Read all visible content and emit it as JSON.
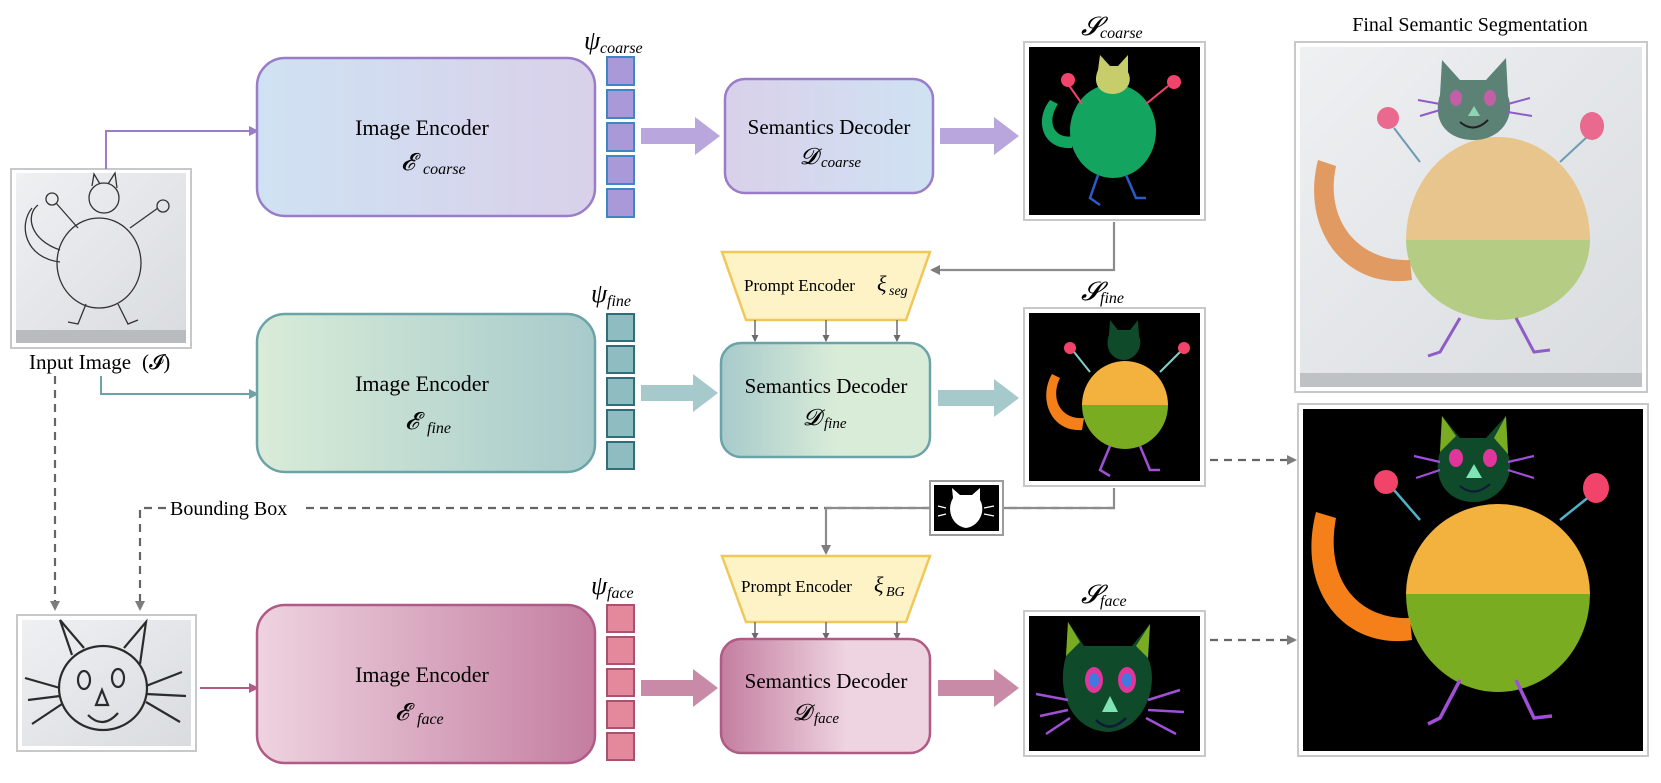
{
  "input": {
    "label": "Input Image",
    "symbol": "(𝓘)"
  },
  "bbox_label": "Bounding Box",
  "final_title": "Final Semantic Segmentation",
  "rows": [
    {
      "id": "coarse",
      "encoder_title": "Image Encoder",
      "encoder_symbol": "𝓔",
      "encoder_sub": "coarse",
      "psi_symbol": "ψ",
      "psi_sub": "coarse",
      "decoder_title": "Semantics Decoder",
      "decoder_symbol": "𝓓",
      "decoder_sub": "coarse",
      "output_symbol": "𝓢",
      "output_sub": "coarse"
    },
    {
      "id": "fine",
      "encoder_title": "Image Encoder",
      "encoder_symbol": "𝓔",
      "encoder_sub": "fine",
      "psi_symbol": "ψ",
      "psi_sub": "fine",
      "decoder_title": "Semantics Decoder",
      "decoder_symbol": "𝓓",
      "decoder_sub": "fine",
      "output_symbol": "𝓢",
      "output_sub": "fine",
      "prompt_title": "Prompt Encoder",
      "prompt_symbol": "ξ",
      "prompt_sub": "seg"
    },
    {
      "id": "face",
      "encoder_title": "Image Encoder",
      "encoder_symbol": "𝓔",
      "encoder_sub": "face",
      "psi_symbol": "ψ",
      "psi_sub": "face",
      "decoder_title": "Semantics Decoder",
      "decoder_symbol": "𝓓",
      "decoder_sub": "face",
      "output_symbol": "𝓢",
      "output_sub": "face",
      "prompt_title": "Prompt Encoder",
      "prompt_symbol": "ξ",
      "prompt_sub": "BG"
    }
  ],
  "colors": {
    "coarse_edge": "#9a7cc9",
    "coarse_fill_a": "#cfe2f3",
    "coarse_fill_b": "#d9d0ea",
    "coarse_arrow": "#b9a6dc",
    "coarse_token_fill": "#a999d8",
    "coarse_token_edge": "#3f86c5",
    "fine_edge": "#6ba3a8",
    "fine_fill_a": "#d9ecd8",
    "fine_fill_b": "#a7cacb",
    "fine_arrow": "#a6c9cb",
    "fine_token_fill": "#8fbcc0",
    "fine_token_edge": "#2f6d78",
    "face_edge": "#b05a86",
    "face_fill_a": "#eed3e0",
    "face_fill_b": "#c47ea0",
    "face_arrow": "#c98aa8",
    "face_token_fill": "#e4899c",
    "face_token_edge": "#a8526f",
    "prompt_fill": "#fdf3c7",
    "prompt_edge": "#f0c85a",
    "line_gray": "#8c8c8c",
    "seg_green": "#13a55f",
    "seg_orange": "#f5801a",
    "seg_yellow": "#f3b23e",
    "seg_olive": "#7aac22",
    "seg_dark": "#0f4a2a",
    "seg_pink": "#f2436b",
    "seg_purple": "#a050d6"
  }
}
